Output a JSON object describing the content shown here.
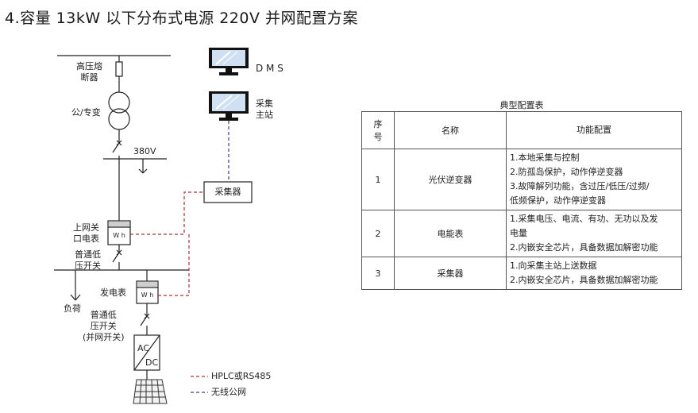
{
  "title": "4.容量 13kW 以下分布式电源 220V 并网配置方案",
  "diagram": {
    "hv_fuse": [
      "高压熔",
      "断器"
    ],
    "transformer": "公/专变",
    "bus_voltage": "380V",
    "dms": "D M S",
    "master_station": [
      "采集",
      "主站"
    ],
    "collector": "采集器",
    "grid_meter": [
      "上网关",
      "口电表"
    ],
    "meter_symbol": "W h",
    "normal_switch": [
      "普通低",
      "压开关"
    ],
    "load": "负荷",
    "gen_meter": "发电表",
    "grid_switch": [
      "普通低",
      "压开关",
      "(并网开关)"
    ],
    "inverter_ac": "AC",
    "inverter_dc": "DC",
    "legend": [
      {
        "label": "HPLC或RS485",
        "color": "#b03030",
        "style": "dashed"
      },
      {
        "label": "无线公网",
        "color": "#4a3a80",
        "style": "dashed"
      }
    ]
  },
  "table": {
    "caption": "典型配置表",
    "headers": {
      "no": [
        "序",
        "号"
      ],
      "name": "名称",
      "function": "功能配置"
    },
    "rows": [
      {
        "no": "1",
        "name": "光伏逆变器",
        "functions": [
          "1.本地采集与控制",
          "2.防孤岛保护，动作停逆变器",
          "3.故障解列功能，含过压/低压/过频/",
          "低频保护，动作停逆变器"
        ]
      },
      {
        "no": "2",
        "name": "电能表",
        "functions": [
          "1.采集电压、电流、有功、无功以及发",
          "电量",
          "2.内嵌安全芯片，具备数据加解密功能"
        ]
      },
      {
        "no": "3",
        "name": "采集器",
        "functions": [
          "1.向采集主站上送数据",
          "2.内嵌安全芯片，具备数据加解密功能"
        ]
      }
    ]
  }
}
